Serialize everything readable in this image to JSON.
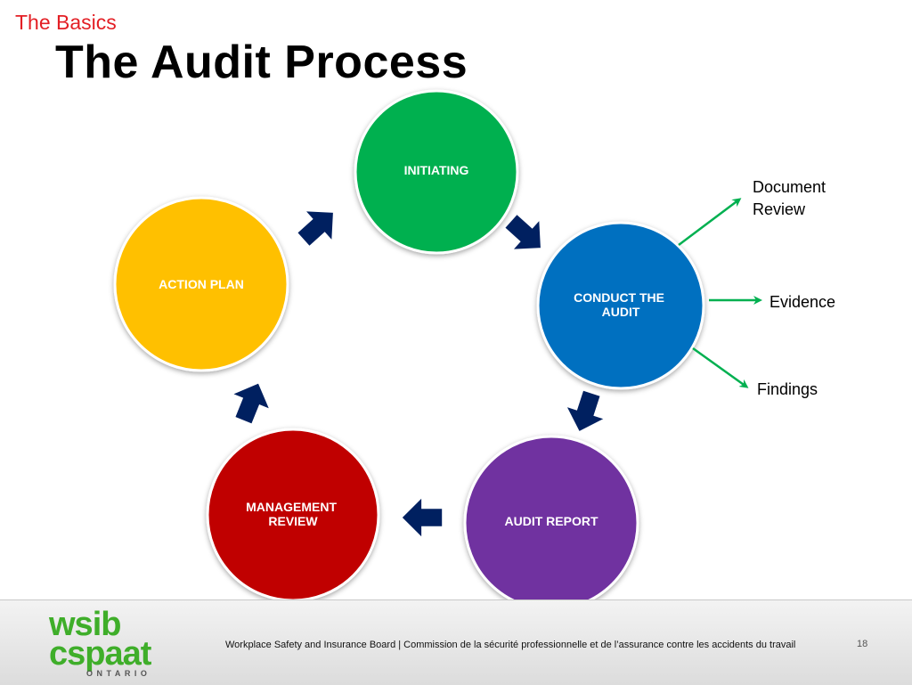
{
  "header": {
    "section": "The Basics",
    "title": "The Audit Process"
  },
  "diagram": {
    "nodes": [
      {
        "id": "initiating",
        "label_lines": [
          "INITIATING"
        ],
        "color": "#00b050"
      },
      {
        "id": "conduct",
        "label_lines": [
          "CONDUCT THE",
          "AUDIT"
        ],
        "color": "#0070c0"
      },
      {
        "id": "report",
        "label_lines": [
          "AUDIT REPORT"
        ],
        "color": "#7030a0"
      },
      {
        "id": "management",
        "label_lines": [
          "MANAGEMENT",
          "REVIEW"
        ],
        "color": "#c00000"
      },
      {
        "id": "action",
        "label_lines": [
          "ACTION PLAN"
        ],
        "color": "#ffc000"
      }
    ],
    "cycle_arrow_color": "#002060",
    "branch_arrow_color": "#00b050",
    "branches": [
      {
        "label_lines": [
          "Document",
          "Review"
        ]
      },
      {
        "label_lines": [
          "Evidence"
        ]
      },
      {
        "label_lines": [
          "Findings"
        ]
      }
    ]
  },
  "footer": {
    "logo": {
      "line1": "wsib",
      "line2": "cspaat",
      "line3": "ONTARIO"
    },
    "text": "Workplace Safety and Insurance Board  | Commission de la sécurité professionnelle et de l’assurance contre les accidents du travail",
    "page_number": "18"
  }
}
